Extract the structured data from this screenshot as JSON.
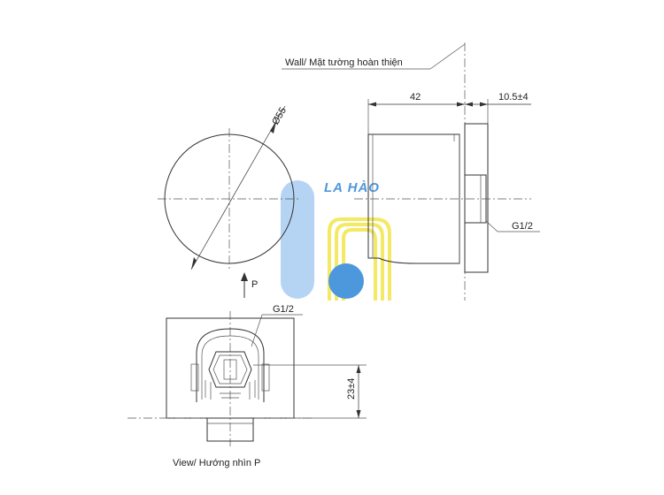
{
  "labels": {
    "wall": "Wall/ Mặt tường hoàn thiện",
    "dim_42": "42",
    "dim_10_5": "10.5±4",
    "dim_55": "Ø55",
    "thread_side": "G1/2",
    "thread_bottom": "G1/2",
    "arrow_p": "P",
    "dim_23": "23±4",
    "view_p": "View/ Hướng nhìn P"
  },
  "watermark": {
    "text": "LA HÀO",
    "colors": {
      "blue": "#2f86d6",
      "light_blue": "#a9cdf2",
      "yellow": "#f2e64a"
    }
  }
}
